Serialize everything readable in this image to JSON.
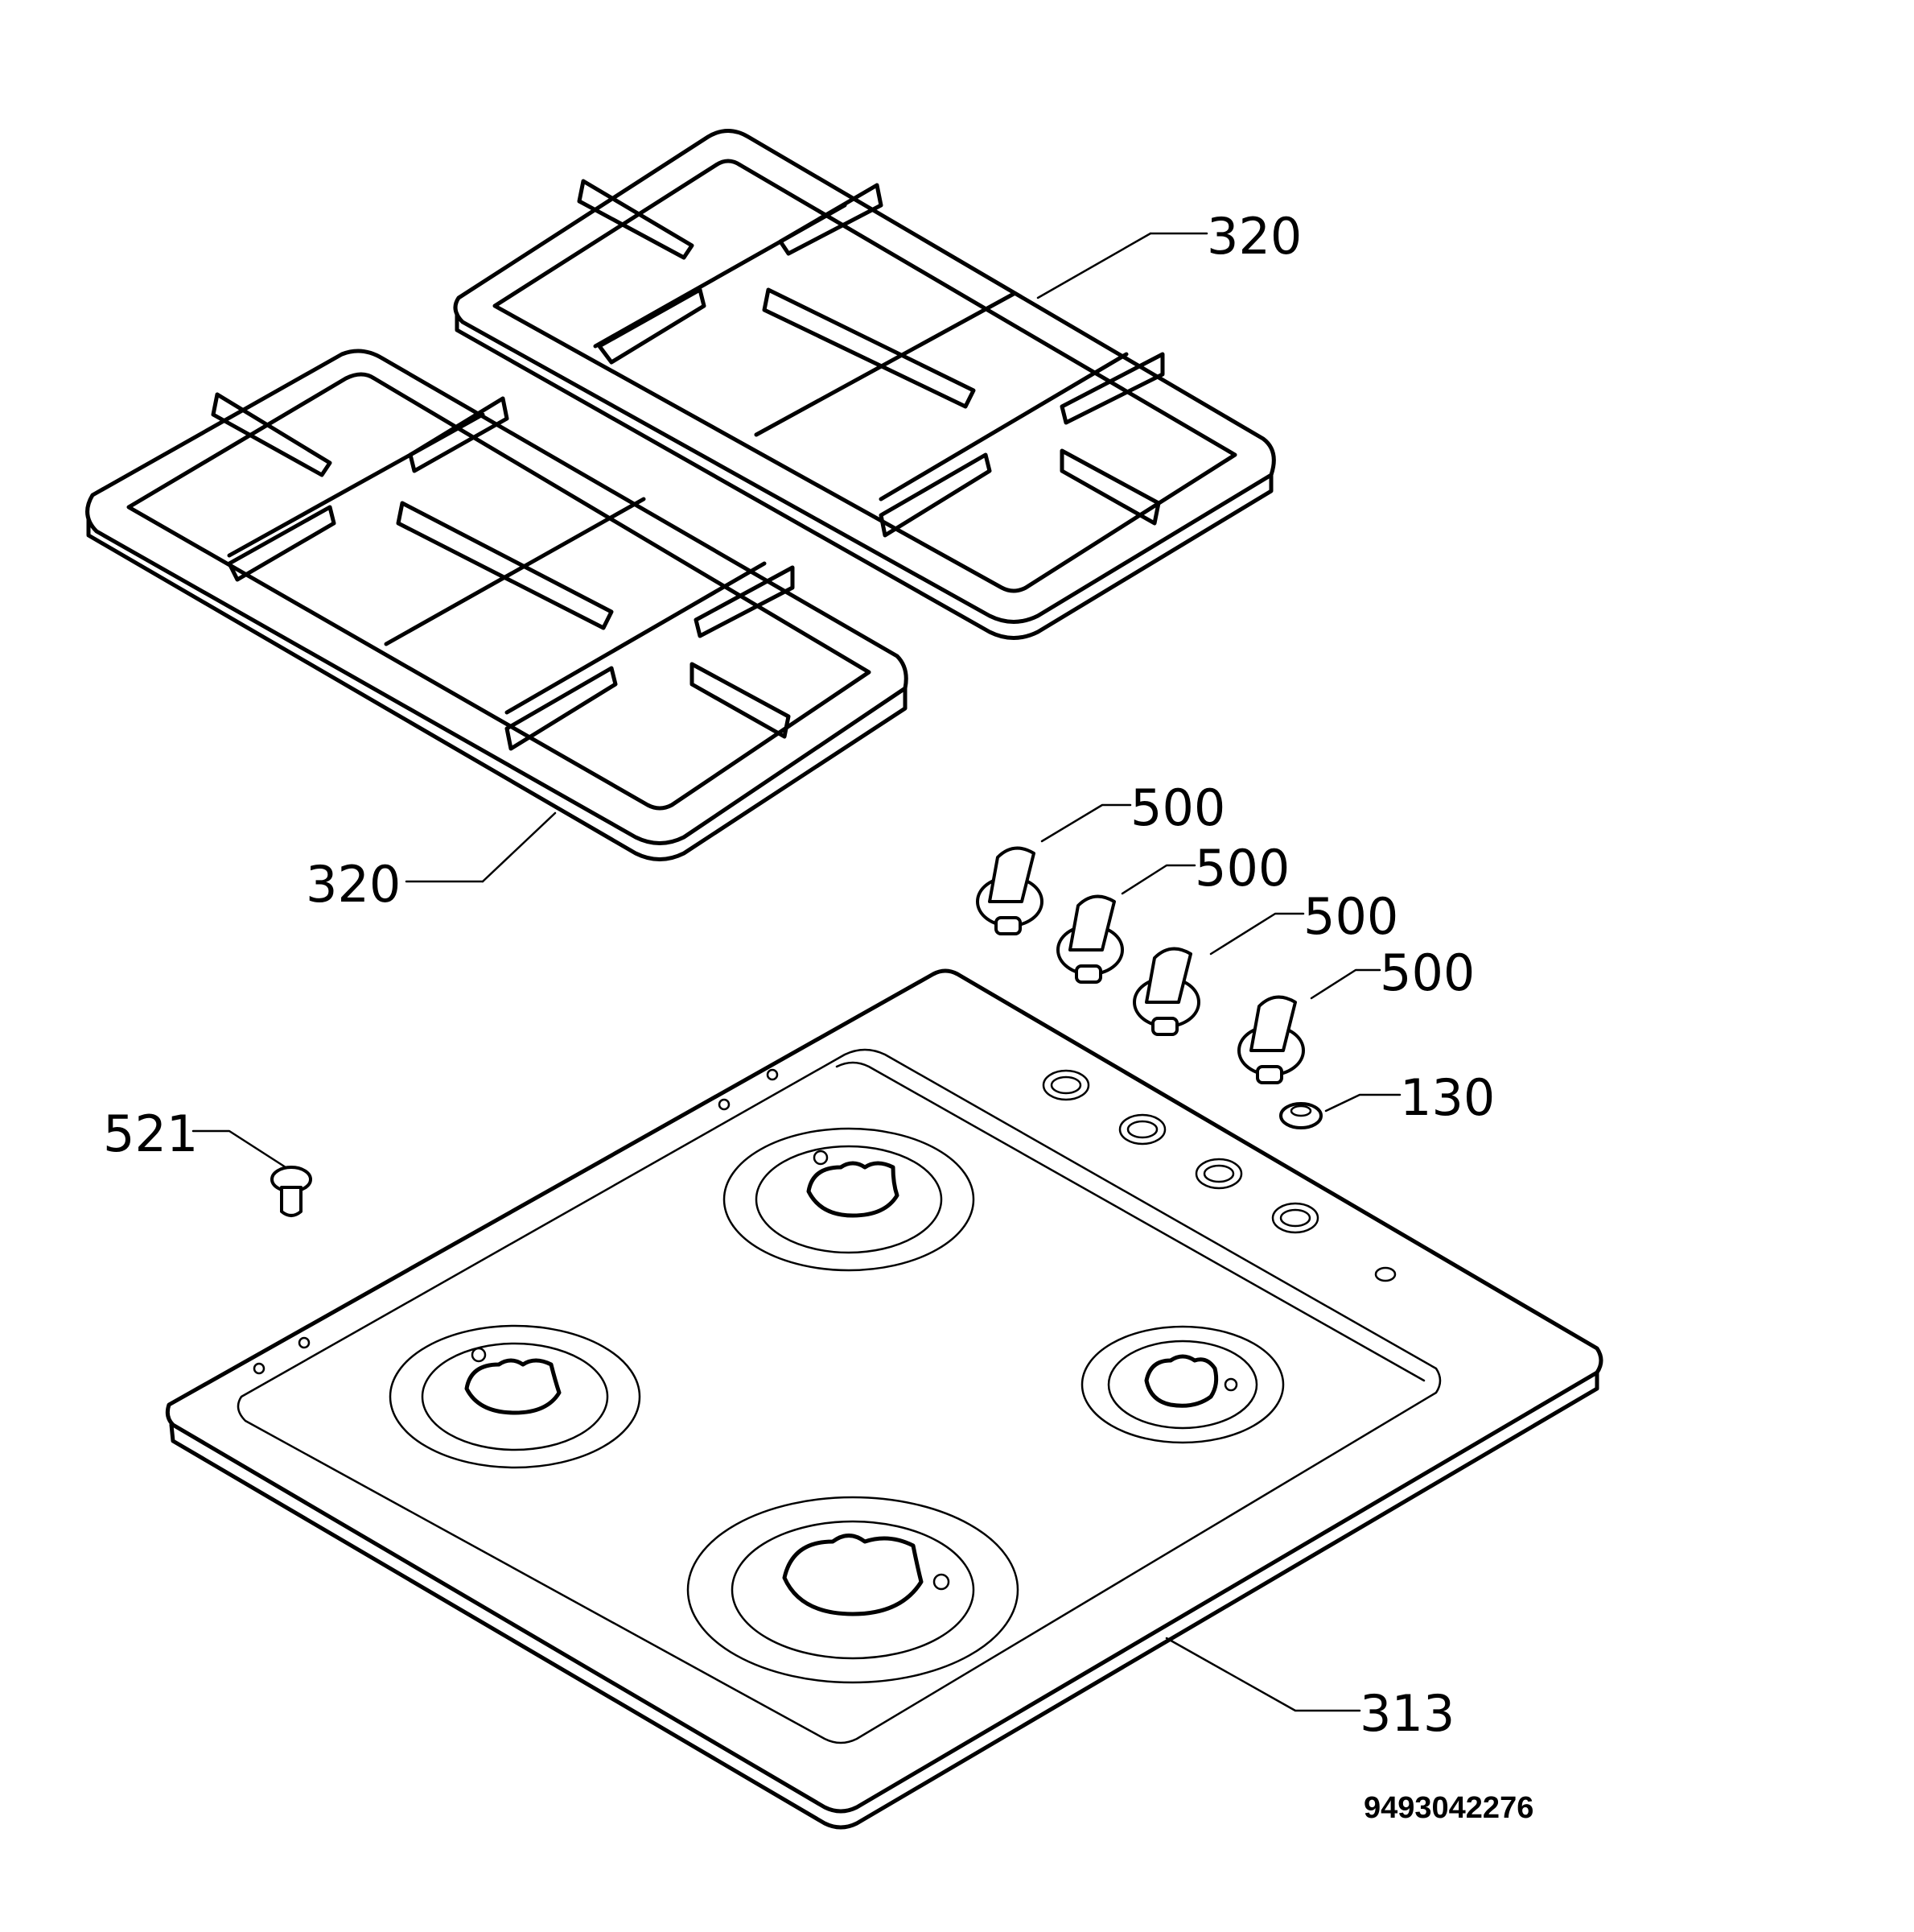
{
  "labels": {
    "grate_back": "320",
    "grate_front": "320",
    "knob_1": "500",
    "knob_2": "500",
    "knob_3": "500",
    "knob_4": "500",
    "seal": "130",
    "screw": "521",
    "hob_top": "313"
  },
  "drawing_code": "9493042276"
}
